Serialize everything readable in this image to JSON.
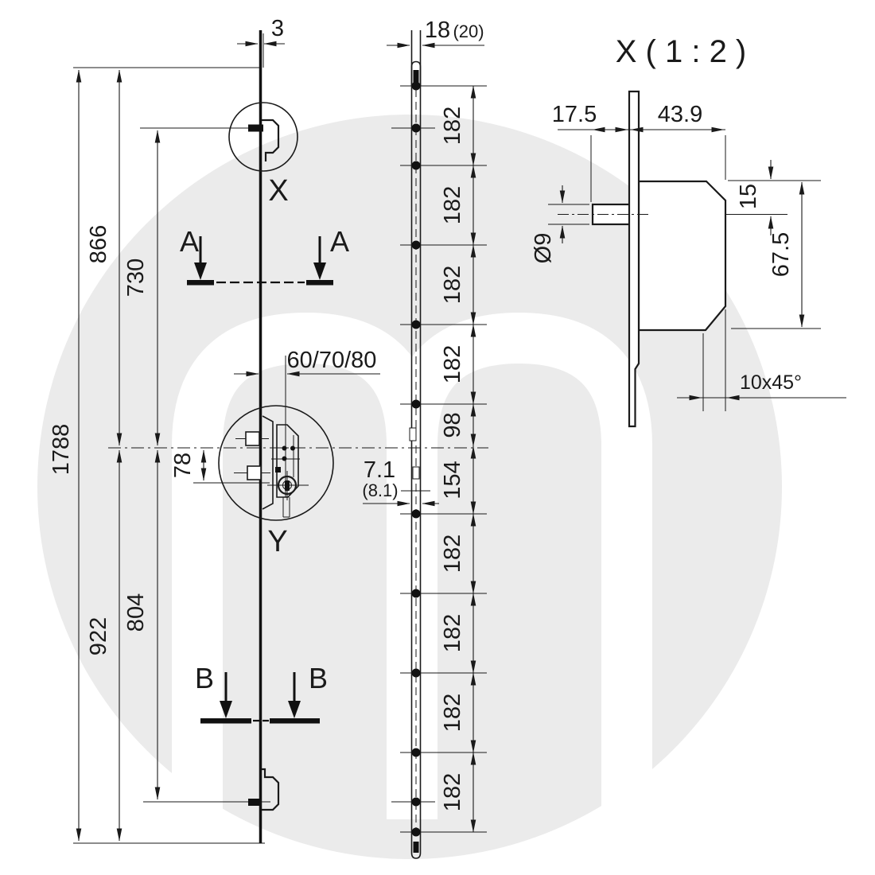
{
  "left_view": {
    "dim_plate_offset": "3",
    "dim_overall": "1788",
    "dim_top_to_center": "866",
    "dim_center_to_bottom": "922",
    "dim_top_hook_to_center": "730",
    "dim_center_to_bottom_hook": "804",
    "dim_handle_to_cylinder": "78",
    "dim_backset": "60/70/80",
    "label_detail_x": "X",
    "label_detail_y": "Y",
    "label_section_a": "A",
    "label_section_b": "B"
  },
  "edge_view": {
    "dim_width": "18",
    "dim_width_alt": "(20)",
    "dim_thickness": "7.1",
    "dim_thickness_alt": "(8.1)",
    "segments": [
      "182",
      "182",
      "182",
      "182",
      "98",
      "154",
      "182",
      "182",
      "182",
      "182"
    ]
  },
  "detail_view": {
    "title": "X ( 1 : 2 )",
    "dim_pin_to_face": "17.5",
    "dim_face_to_back": "43.9",
    "dim_pin_diameter": "Ø9",
    "dim_top_to_pin": "15",
    "dim_body_height": "67.5",
    "dim_chamfer": "10x45°"
  },
  "colors": {
    "line": "#1a1a1a",
    "watermark": "#ebebeb",
    "background": "#ffffff"
  }
}
